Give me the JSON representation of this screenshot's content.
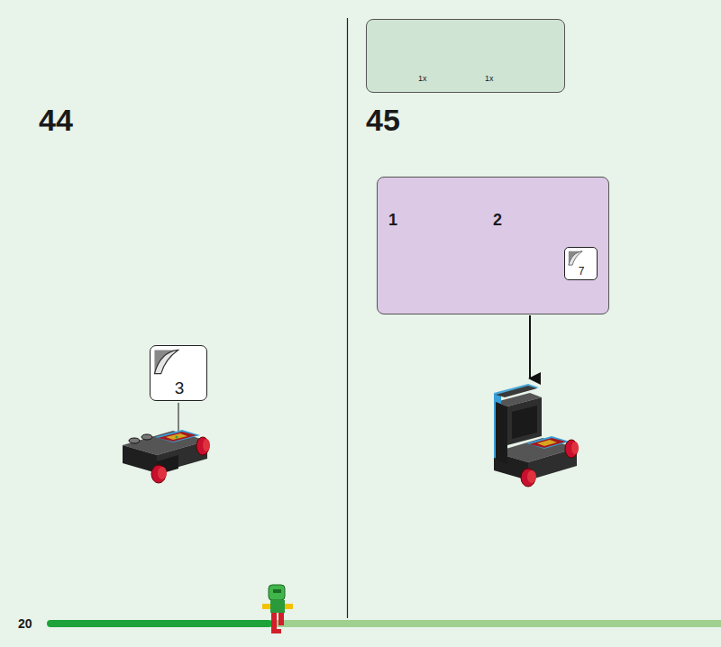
{
  "diagram": {
    "nodes": [
      {
        "text": [
          "3"
        ]
      },
      {
        "text": [
          "1x",
          "1x"
        ]
      },
      {
        "text": [
          "1",
          "2"
        ]
      },
      {
        "text": [
          "7"
        ],
        "in": 2
      }
    ],
    "labels": [
      "44",
      "45",
      "20"
    ]
  }
}
